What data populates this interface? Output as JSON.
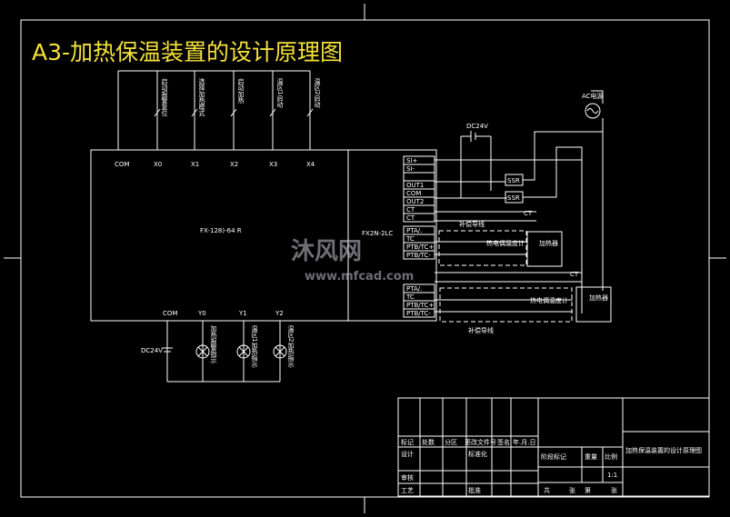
{
  "title": "A3-加热保温装置的设计原理图",
  "watermark": {
    "brand": "沐风网",
    "url": "www.mfcad.com"
  },
  "plc": {
    "model": "FX-128)-64 R",
    "inputs": [
      "COM",
      "X0",
      "X1",
      "X2",
      "X3",
      "X4"
    ],
    "outputs": [
      "COM",
      "Y0",
      "Y1",
      "Y2"
    ],
    "input_labels": [
      "启动报警复位",
      "选择加热模式",
      "启动加热",
      "温区1启动",
      "温区2启动"
    ],
    "output_labels": [
      "加热报警指示",
      "温区1加热指示",
      "温区2加热指示"
    ],
    "supply": "DC24V"
  },
  "module": {
    "model": "FX2N-2LC",
    "terminals": [
      "SI+",
      "SI-",
      "",
      "OUT1",
      "COM",
      "OUT2",
      "CT",
      "CT",
      "PTA/.",
      "TC",
      "PTB/TC+",
      "PTB/TC-",
      "CT",
      "CT",
      "PTA/.",
      "TC",
      "PTB/TC+",
      "PTB/TC-"
    ]
  },
  "circuit": {
    "dc": "DC24V",
    "ac": "AC电源",
    "ssr": "SSR",
    "ct": "CT",
    "thermo": "热电偶温度计",
    "heater": "加热器",
    "cable": "补偿导线"
  },
  "title_block": {
    "headers": [
      "标记",
      "处数",
      "分区",
      "更改文件号",
      "签名",
      "年.月.日"
    ],
    "design": "设计",
    "standard": "标准化",
    "review": "审核",
    "craft": "工艺",
    "approve": "批准",
    "stage": "阶段标记",
    "weight": "重量",
    "scale_label": "比例",
    "scale": "1:1",
    "total": "共",
    "sheets": "张",
    "page": "第",
    "sheet2": "张",
    "drawing_name": "加热保温装置的设计原理图"
  }
}
